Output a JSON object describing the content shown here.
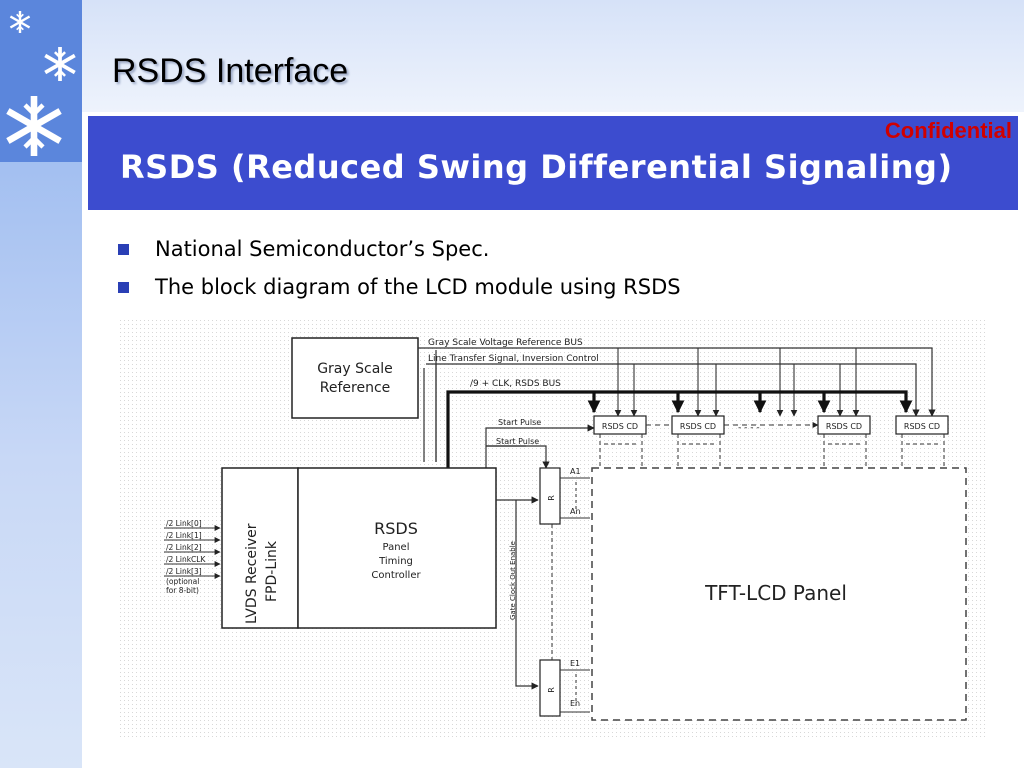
{
  "slide": {
    "title": "RSDS Interface",
    "banner_title": "RSDS (Reduced Swing Differential Signaling)",
    "confidential": "Confidential"
  },
  "bullets": [
    "National Semiconductor’s Spec.",
    "The block diagram of the LCD module using RSDS"
  ],
  "diagram": {
    "gray_scale_ref": [
      "Gray Scale",
      "Reference"
    ],
    "bus_gray": "Gray Scale Voltage Reference BUS",
    "bus_line": "Line Transfer Signal, Inversion Control",
    "bus_rsds": "/9 + CLK, RSDS BUS",
    "start_pulse": "Start Pulse",
    "start_pulse_2": "Start Pulse",
    "rsds_cd": "RSDS CD",
    "lvds": "LVDS Receiver",
    "fpd": "FPD-Link",
    "controller": [
      "RSDS",
      "Panel",
      "Timing",
      "Controller"
    ],
    "inputs": [
      "/2 Link[0]",
      "/2 Link[1]",
      "/2 Link[2]",
      "/2 LinkCLK",
      "/2 Link[3]"
    ],
    "optional": [
      "(optional",
      "for 8-bit)"
    ],
    "gate_clock": "Gate Clock Out Enable",
    "a1": "A1",
    "an": "An",
    "e1": "E1",
    "en": "En",
    "row_driver": "R",
    "panel": "TFT-LCD Panel",
    "ellipsis": "- - - -"
  }
}
